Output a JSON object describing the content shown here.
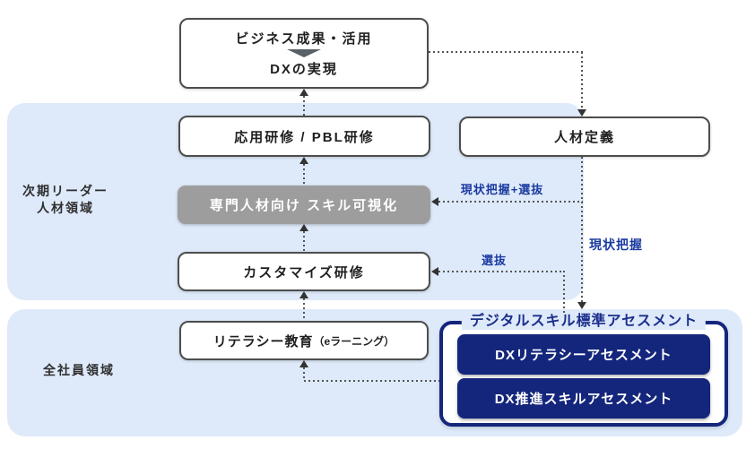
{
  "colors": {
    "panel_blue": "#deeafa",
    "navy": "#14267c",
    "title_blue": "#1c2f8c",
    "arrow_label_blue": "#1b3aa0",
    "gray_box": "#9d9d9d",
    "box_border": "#4d4d4d"
  },
  "regions": {
    "leader": {
      "line1": "次期リーダー",
      "line2": "人材領域"
    },
    "all_staff": {
      "label": "全社員領域"
    }
  },
  "flow": {
    "business": {
      "line1": "ビジネス成果・活用",
      "line2": "DXの実現"
    },
    "applied": {
      "label": "応用研修 / PBL研修"
    },
    "visualization": {
      "label": "専門人材向け スキル可視化"
    },
    "customized": {
      "label": "カスタマイズ研修"
    },
    "definition": {
      "label": "人材定義"
    },
    "literacy": {
      "label": "リテラシー教育",
      "sub": "（eラーニング）"
    }
  },
  "assessment": {
    "title": "デジタルスキル標準アセスメント",
    "items": [
      {
        "label": "DXリテラシーアセスメント"
      },
      {
        "label": "DX推進スキルアセスメント"
      }
    ]
  },
  "arrows": {
    "grasp_select": "現状把握+選抜",
    "select": "選抜",
    "grasp": "現状把握"
  }
}
